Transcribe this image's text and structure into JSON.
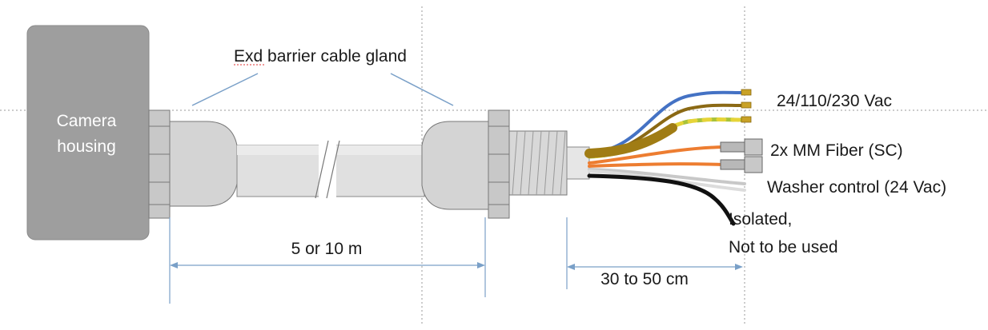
{
  "labels": {
    "camera_line1": "Camera",
    "camera_line2": "housing",
    "gland": "Exd barrier cable gland",
    "length_cable": "5 or 10 m",
    "length_wires": "30 to 50 cm",
    "power": "24/110/230 Vac",
    "fiber": "2x MM Fiber (SC)",
    "washer": "Washer control (24 Vac)",
    "isolated_line1": "Isolated,",
    "isolated_line2": "Not to be used"
  },
  "colors": {
    "housing": "#9e9e9e",
    "gland": "#d4d4d4",
    "wire_blue": "#4472c4",
    "wire_brown": "#8b6914",
    "wire_green_yellow": "#a8c23a",
    "wire_orange": "#ed7d31",
    "wire_white": "#d9d9d9",
    "wire_black": "#111111",
    "dimension": "#7aa0c8"
  }
}
